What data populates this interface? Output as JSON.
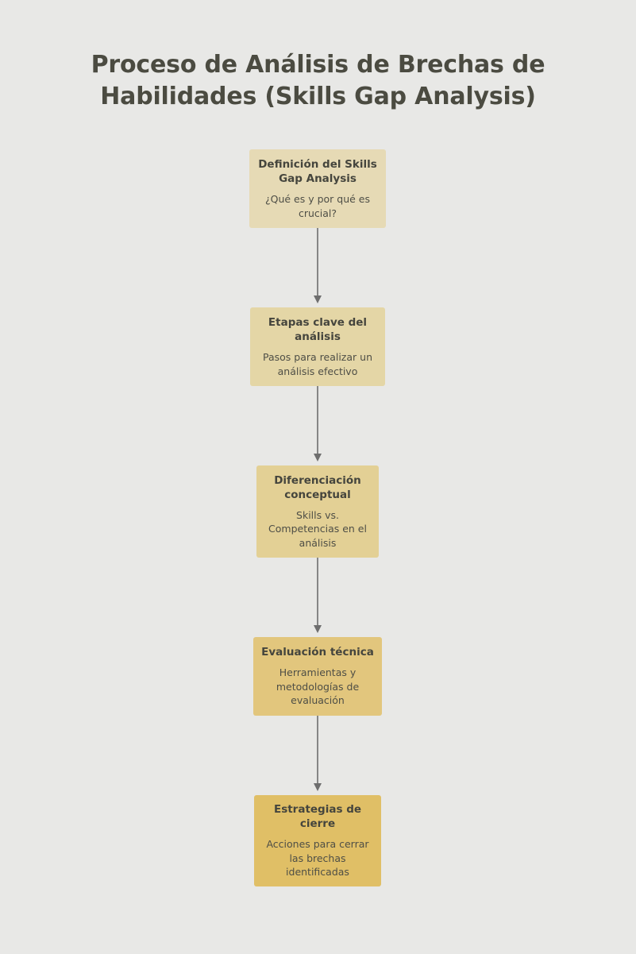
{
  "title": {
    "line1": "Proceso de Análisis de Brechas de",
    "line2": "Habilidades (Skills Gap Analysis)"
  },
  "colors": {
    "background": "#e8e8e6",
    "node1": "#e6dab5",
    "node2": "#e4d6a6",
    "node3": "#e3d095",
    "node4": "#e2c67d",
    "node5": "#e0bf66",
    "edge": "#6e6e6e"
  },
  "nodes": [
    {
      "title_l1": "Definición del Skills",
      "title_l2": "Gap Analysis",
      "desc_l1": "¿Qué es y por qué es",
      "desc_l2": "crucial?",
      "desc_l3": ""
    },
    {
      "title_l1": "Etapas clave del",
      "title_l2": "análisis",
      "desc_l1": "Pasos para realizar un",
      "desc_l2": "análisis efectivo",
      "desc_l3": ""
    },
    {
      "title_l1": "Diferenciación",
      "title_l2": "conceptual",
      "desc_l1": "Skills vs.",
      "desc_l2": "Competencias en el",
      "desc_l3": "análisis"
    },
    {
      "title_l1": "Evaluación técnica",
      "title_l2": "",
      "desc_l1": "Herramientas y",
      "desc_l2": "metodologías de",
      "desc_l3": "evaluación"
    },
    {
      "title_l1": "Estrategias de",
      "title_l2": "cierre",
      "desc_l1": "Acciones para cerrar",
      "desc_l2": "las brechas",
      "desc_l3": "identificadas"
    }
  ]
}
